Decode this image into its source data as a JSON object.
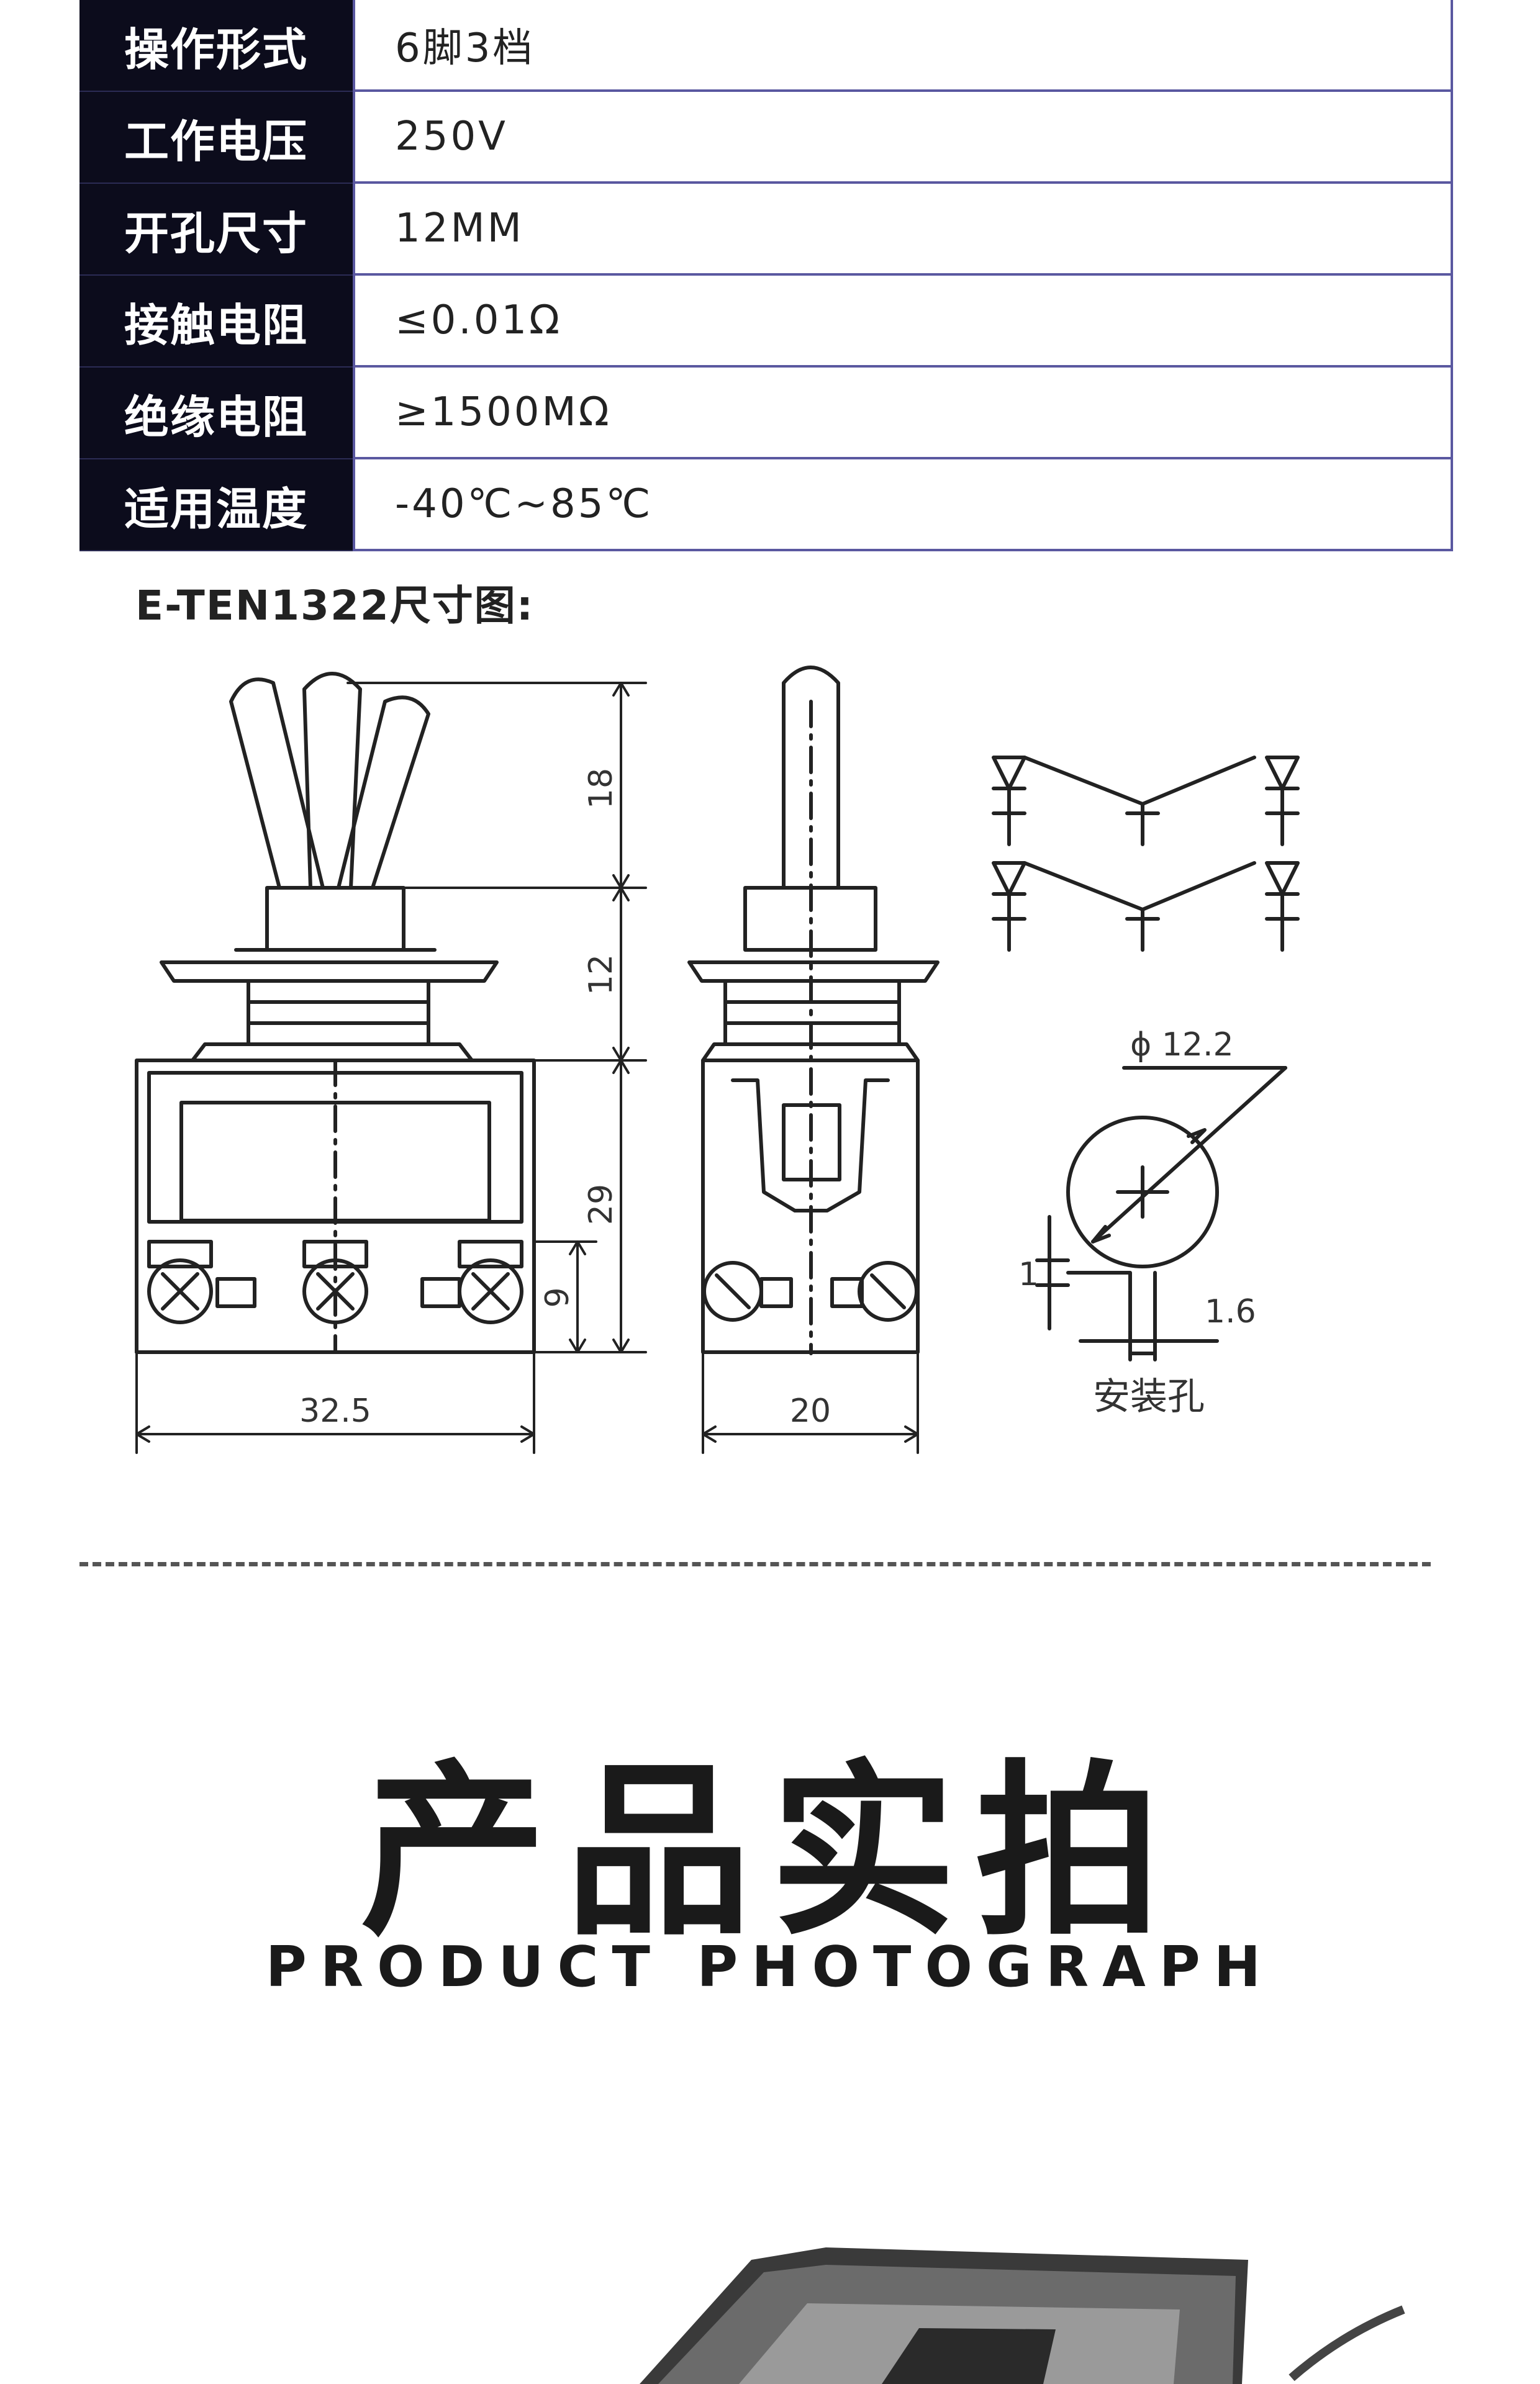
{
  "specs": [
    {
      "label": "操作形式",
      "value": "6脚3档"
    },
    {
      "label": "工作电压",
      "value": "250V"
    },
    {
      "label": "开孔尺寸",
      "value": "12MM"
    },
    {
      "label": "接触电阻",
      "value": "≤0.01Ω"
    },
    {
      "label": "绝缘电阻",
      "value": "≥1500MΩ"
    },
    {
      "label": "适用温度",
      "value": "-40℃~85℃"
    }
  ],
  "drawing": {
    "title": "E-TEN1322尺寸图:",
    "dims": {
      "lever": "18",
      "bushing": "12",
      "body": "29",
      "terminal": "9",
      "width": "32.5",
      "depth": "20",
      "hole_dia": "ϕ 12.2",
      "key_height": "1",
      "key_width": "1.6",
      "hole_label": "安装孔"
    }
  },
  "section": {
    "title": "产品实拍",
    "subtitle": "PRODUCT PHOTOGRAPH"
  },
  "colors": {
    "label_bg": "#0c0c1c",
    "table_border": "#5a58a0"
  }
}
